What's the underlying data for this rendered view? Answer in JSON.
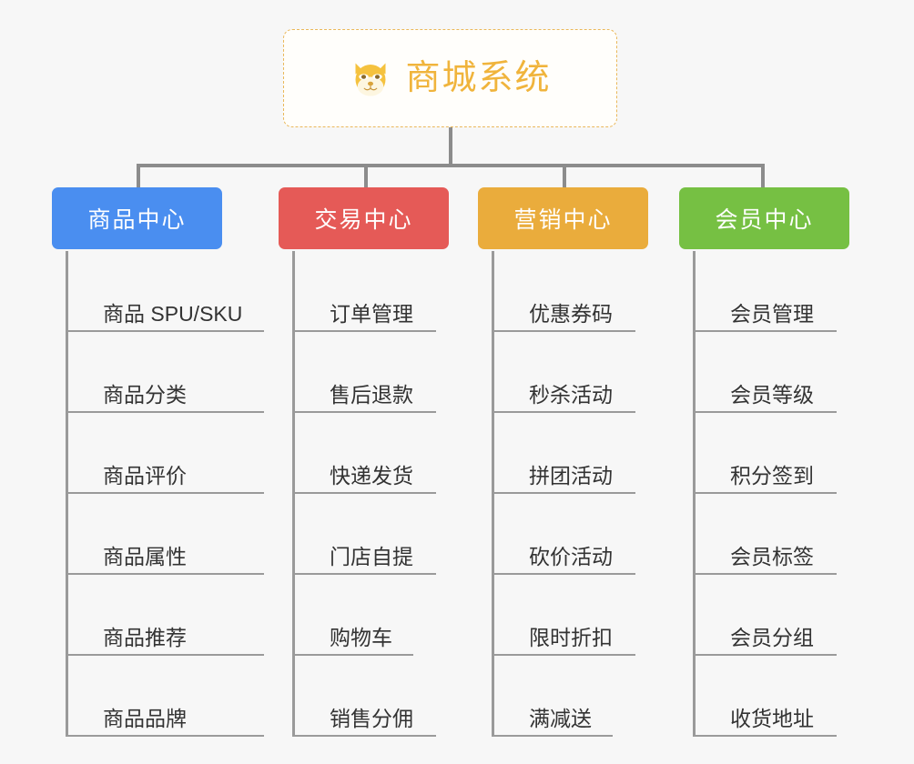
{
  "root": {
    "title": "商城系统",
    "icon": "shiba-dog-face-icon",
    "accent_color": "#f0b43c",
    "border_color": "#eab85a"
  },
  "connector_color": "#8c8c8c",
  "background_color": "#f7f7f7",
  "branches": [
    {
      "label": "商品中心",
      "color": "#4a8ef0",
      "items": [
        "商品 SPU/SKU",
        "商品分类",
        "商品评价",
        "商品属性",
        "商品推荐",
        "商品品牌"
      ]
    },
    {
      "label": "交易中心",
      "color": "#e55a57",
      "items": [
        "订单管理",
        "售后退款",
        "快递发货",
        "门店自提",
        "购物车",
        "销售分佣"
      ]
    },
    {
      "label": "营销中心",
      "color": "#eaac3c",
      "items": [
        "优惠券码",
        "秒杀活动",
        "拼团活动",
        "砍价活动",
        "限时折扣",
        "满减送"
      ]
    },
    {
      "label": "会员中心",
      "color": "#76c043",
      "items": [
        "会员管理",
        "会员等级",
        "积分签到",
        "会员标签",
        "会员分组",
        "收货地址"
      ]
    }
  ],
  "layout": {
    "branch_x": [
      57,
      306,
      525,
      746
    ],
    "branch_width": [
      187,
      187,
      187,
      187
    ],
    "rule_width": [
      215,
      155,
      155,
      155
    ]
  }
}
